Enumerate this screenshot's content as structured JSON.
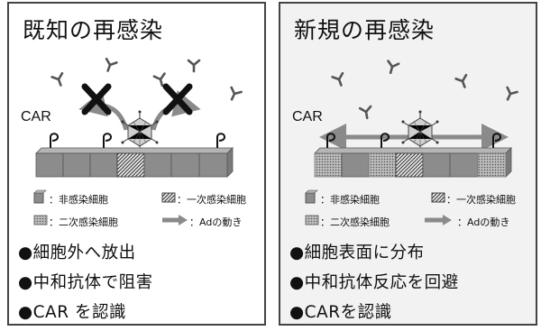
{
  "left": {
    "title": "既知の再感染",
    "car_label": "CAR",
    "legend": {
      "non_infected": "：非感染細胞",
      "primary": "：一次感染細胞",
      "secondary": "：二次感染細胞",
      "ad_movement": "：Adの動き"
    },
    "bullets": [
      "●細胞外へ放出",
      "●中和抗体で阻害",
      "●CAR を認識"
    ]
  },
  "right": {
    "title": "新規の再感染",
    "car_label": "CAR",
    "legend": {
      "non_infected": "：非感染細胞",
      "primary": "：一次感染細胞",
      "secondary": "：二次感染細胞",
      "ad_movement": "：Adの動き"
    },
    "bullets": [
      "●細胞表面に分布",
      "●中和抗体反応を回避",
      "●CARを認識"
    ]
  },
  "colors": {
    "panel_border": "#444444",
    "cell_gray": "#8c8c8c",
    "arrow_gray": "#8a8a8a",
    "x_mark": "#111111",
    "right_background": "#f2f2f2"
  },
  "icons": [
    "antibody-icon",
    "adenovirus-icon",
    "car-receptor-icon",
    "cross-icon"
  ]
}
